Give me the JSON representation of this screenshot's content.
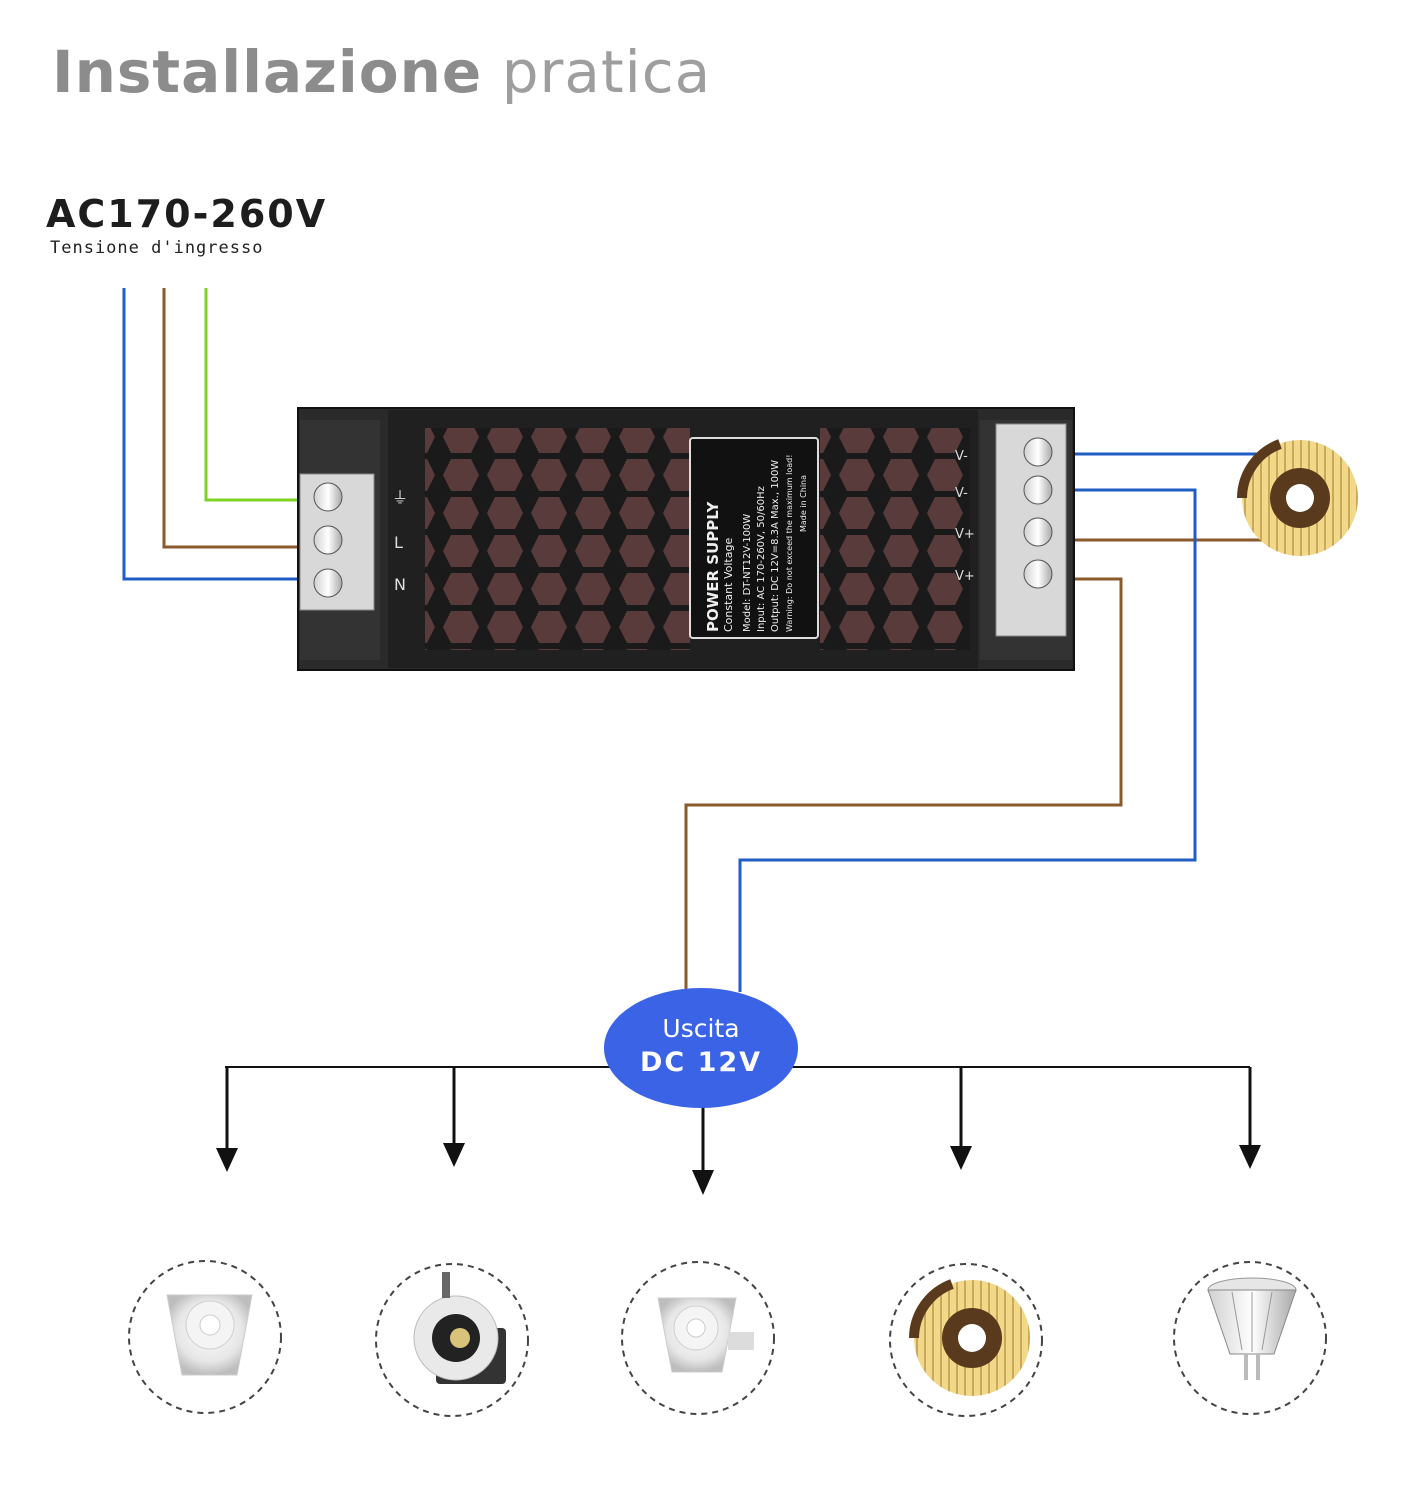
{
  "title": {
    "bold": "Installazione",
    "light": "pratica"
  },
  "input": {
    "voltage": "AC170-260V",
    "caption": "Tensione d'ingresso"
  },
  "device": {
    "name": "POWER SUPPLY",
    "subtitle": "Constant Voltage",
    "model": "Model: DT-NT12V-100W",
    "input": "Input: AC 170-260V, 50/60Hz",
    "output": "Output: DC 12V=8.3A Max., 100W",
    "warning": "Warning: Do not exceed the maximum load!",
    "origin": "Made in China",
    "input_terminals": [
      "⏚",
      "L",
      "N"
    ],
    "output_terminals": [
      "V-",
      "V-",
      "V+",
      "V+"
    ]
  },
  "output": {
    "line1": "Uscita",
    "line2": "DC 12V"
  },
  "colors": {
    "blue": "#1f5cc4",
    "brown": "#8a5a2b",
    "green": "#7ed321",
    "bubble": "#3a63e6"
  },
  "loads": [
    {
      "icon": "mr16-spot-bulb-icon"
    },
    {
      "icon": "recessed-downlight-icon"
    },
    {
      "icon": "gu10-spot-bulb-icon"
    },
    {
      "icon": "led-strip-reel-icon"
    },
    {
      "icon": "mr11-bulb-icon"
    }
  ]
}
